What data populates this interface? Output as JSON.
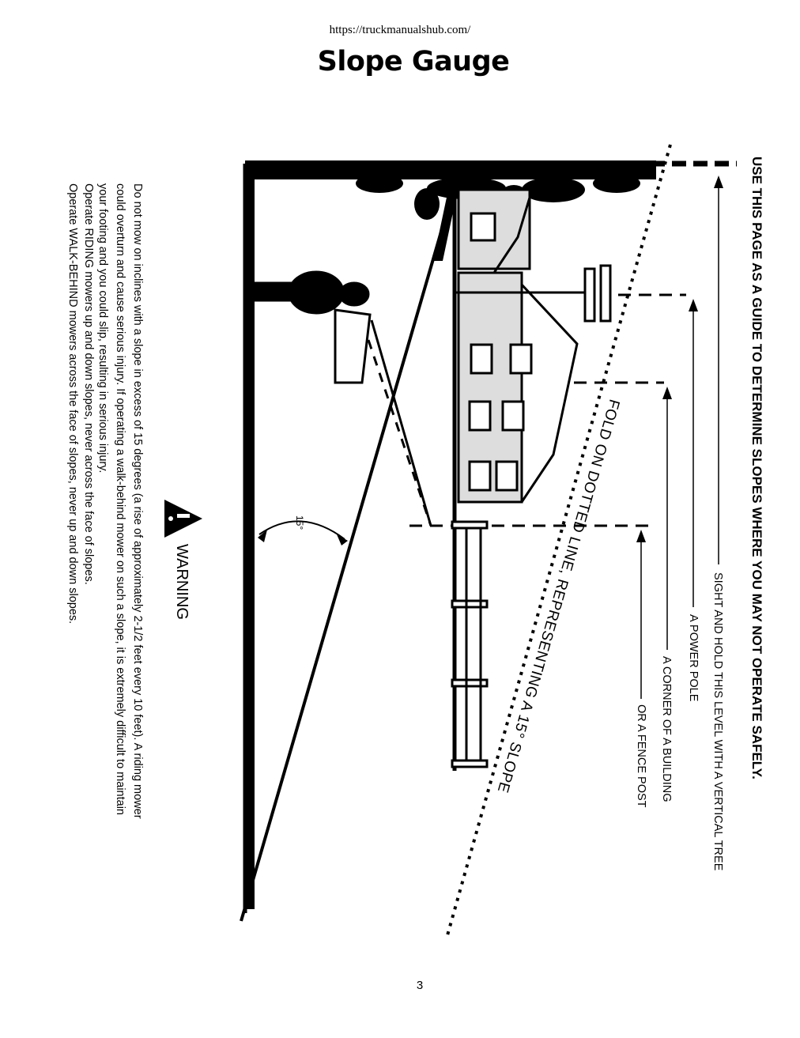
{
  "header": {
    "url": "https://truckmanualshub.com/"
  },
  "page": {
    "title": "Slope Gauge",
    "number": "3"
  },
  "gauge": {
    "heading": "USE THIS PAGE AS A GUIDE TO DETERMINE SLOPES WHERE YOU MAY NOT OPERATE SAFELY.",
    "sight_labels": [
      "SIGHT AND HOLD THIS LEVEL WITH A VERTICAL TREE",
      "A POWER POLE",
      "A CORNER OF A BUILDING",
      "OR A FENCE POST"
    ],
    "fold_label": "FOLD ON DOTTED LINE, REPRESENTING A 15° SLOPE",
    "angle_label": "15°"
  },
  "warning": {
    "label": "WARNING",
    "lines": [
      "Do not mow on inclines with a slope in excess of 15 degrees (a rise of approximately 2-1/2 feet every 10 feet).  A riding mower",
      "could overturn and cause serious injury.  If operating a walk-behind mower on such a slope, it is extremely difficult to maintain",
      "your footing and you could slip, resulting in serious injury.",
      "Operate RIDING mowers up and down slopes, never across the face of slopes.",
      "Operate WALK-BEHIND mowers across the face of slopes, never up and down slopes."
    ]
  }
}
